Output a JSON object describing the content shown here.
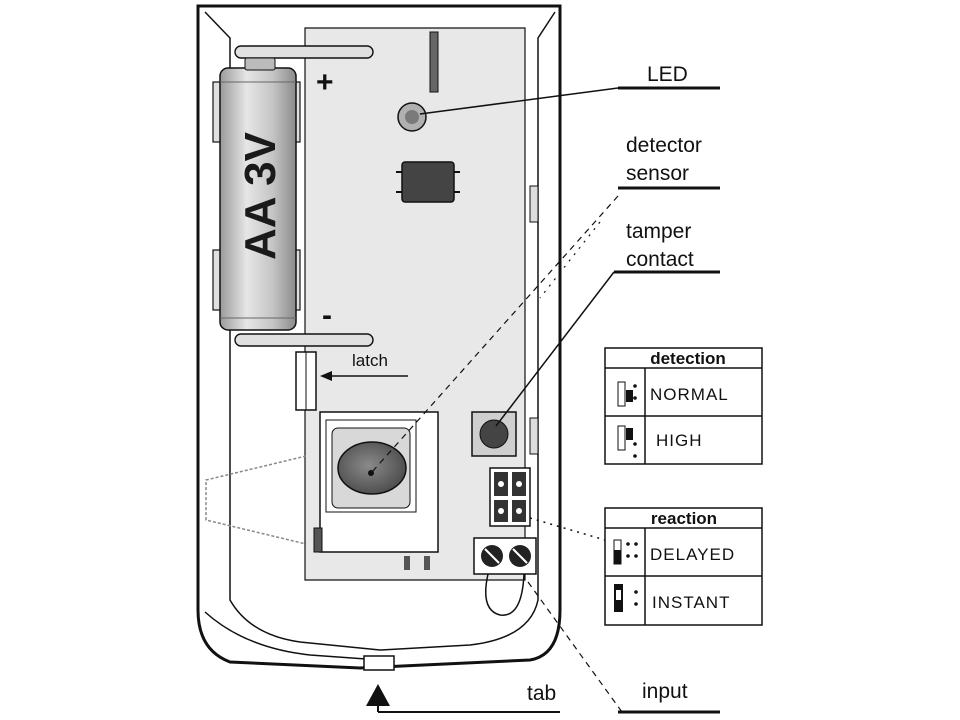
{
  "battery": {
    "text": "AA 3V",
    "plus": "+",
    "minus": "-"
  },
  "labels": {
    "led": "LED",
    "detector_line1": "detector",
    "detector_line2": "sensor",
    "tamper_line1": "tamper",
    "tamper_line2": "contact",
    "latch": "latch",
    "tab": "tab",
    "input": "input"
  },
  "detection": {
    "title": "detection",
    "options": [
      "NORMAL",
      "HIGH"
    ]
  },
  "reaction": {
    "title": "reaction",
    "options": [
      "DELAYED",
      "INSTANT"
    ]
  },
  "colors": {
    "board": "#e8e8e8",
    "body": "#ffffff",
    "ink": "#111111",
    "battery": "#c8c8c8"
  }
}
